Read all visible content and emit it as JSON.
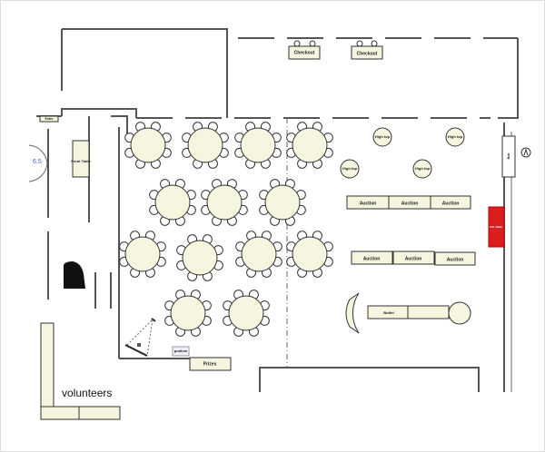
{
  "labels": {
    "checkout": "Checkout",
    "auction": "Auction",
    "prizes": "Prizes",
    "podium": "podium",
    "high_top": "High top",
    "bar": "Bar",
    "front_table": "Front Table",
    "door_label": "6.5",
    "volunteers": "volunteers",
    "red_table": "Info Table",
    "buffet": "Buffet",
    "entry_sign": "Enter"
  },
  "colors": {
    "table_fill": "#f5f5e0",
    "red_table": "#d81e1e",
    "door_label": "#3a5fcd"
  }
}
